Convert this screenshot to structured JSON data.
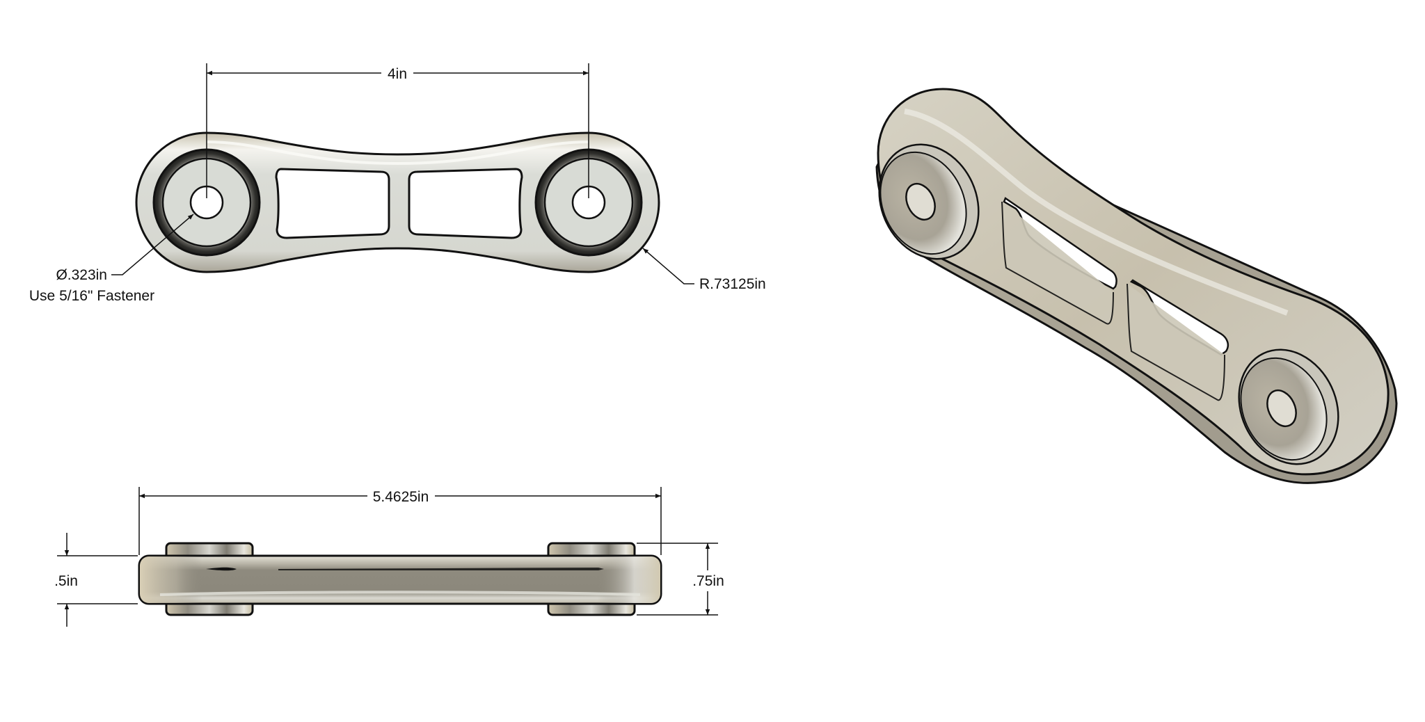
{
  "drawing": {
    "views": {
      "top": {
        "dimension_center_distance": "4in",
        "hole_callout_line1": "Ø.323in",
        "hole_callout_line2": "Use 5/16\" Fastener",
        "end_radius": "R.73125in"
      },
      "side": {
        "overall_length": "5.4625in",
        "body_thickness": ".5in",
        "boss_height": ".75in"
      },
      "isometric": {
        "label": ""
      }
    },
    "colors": {
      "metal_light": "#dcdcd4",
      "metal_mid": "#c9c4b4",
      "metal_dark": "#8a867a",
      "ring_dark": "#3a3a36",
      "line": "#111111"
    }
  }
}
